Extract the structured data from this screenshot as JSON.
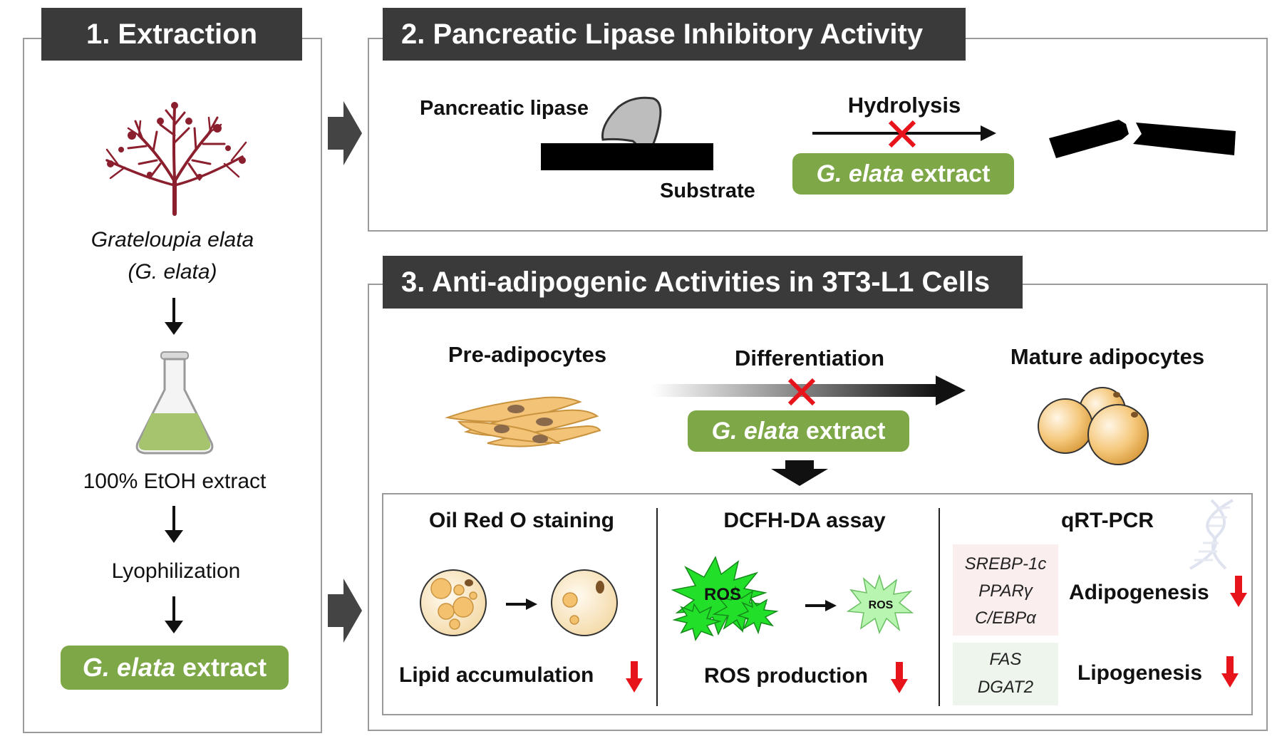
{
  "panel1": {
    "title": "1. Extraction",
    "species_line1": "Grateloupia elata",
    "species_line2": "(G. elata)",
    "solvent": "100% EtOH extract",
    "step": "Lyophilization",
    "product_italic": "G. elata",
    "product_rest": " extract",
    "icons": [
      "red-seaweed",
      "erlenmeyer-flask"
    ]
  },
  "panel2": {
    "title": "2. Pancreatic Lipase Inhibitory Activity",
    "enzyme_label": "Pancreatic lipase",
    "substrate_label": "Substrate",
    "reaction_label": "Hydrolysis",
    "inhibitor_italic": "G. elata",
    "inhibitor_rest": " extract"
  },
  "panel3": {
    "title": "3. Anti-adipogenic Activities in 3T3-L1 Cells",
    "pre_label": "Pre-adipocytes",
    "process_label": "Differentiation",
    "mature_label": "Mature adipocytes",
    "inhibitor_italic": "G. elata",
    "inhibitor_rest": " extract",
    "assays": [
      {
        "title": "Oil Red O staining",
        "result": "Lipid accumulation"
      },
      {
        "title": "DCFH-DA assay",
        "result": "ROS production",
        "ros_label": "ROS"
      },
      {
        "title": "qRT-PCR"
      }
    ],
    "adipogenesis_genes": [
      "SREBP-1c",
      "PPARγ",
      "C/EBPα"
    ],
    "adipogenesis_label": "Adipogenesis",
    "lipogenesis_genes": [
      "FAS",
      "DGAT2"
    ],
    "lipogenesis_label": "Lipogenesis"
  },
  "colors": {
    "title_bg": "#3a3a3a",
    "accent_green": "#7ea747",
    "down_arrow_red": "#e8141b",
    "inhibit_red": "#e8141b",
    "seaweed": "#8b1f2e",
    "ros_bright": "#22e02a",
    "ros_pale": "#b8f5b0",
    "cell_fill": "#f3c378",
    "adipocyte_fill": "#f5c87c",
    "adipogenesis_bg": "#fbeeee",
    "lipogenesis_bg": "#eef5ec"
  }
}
